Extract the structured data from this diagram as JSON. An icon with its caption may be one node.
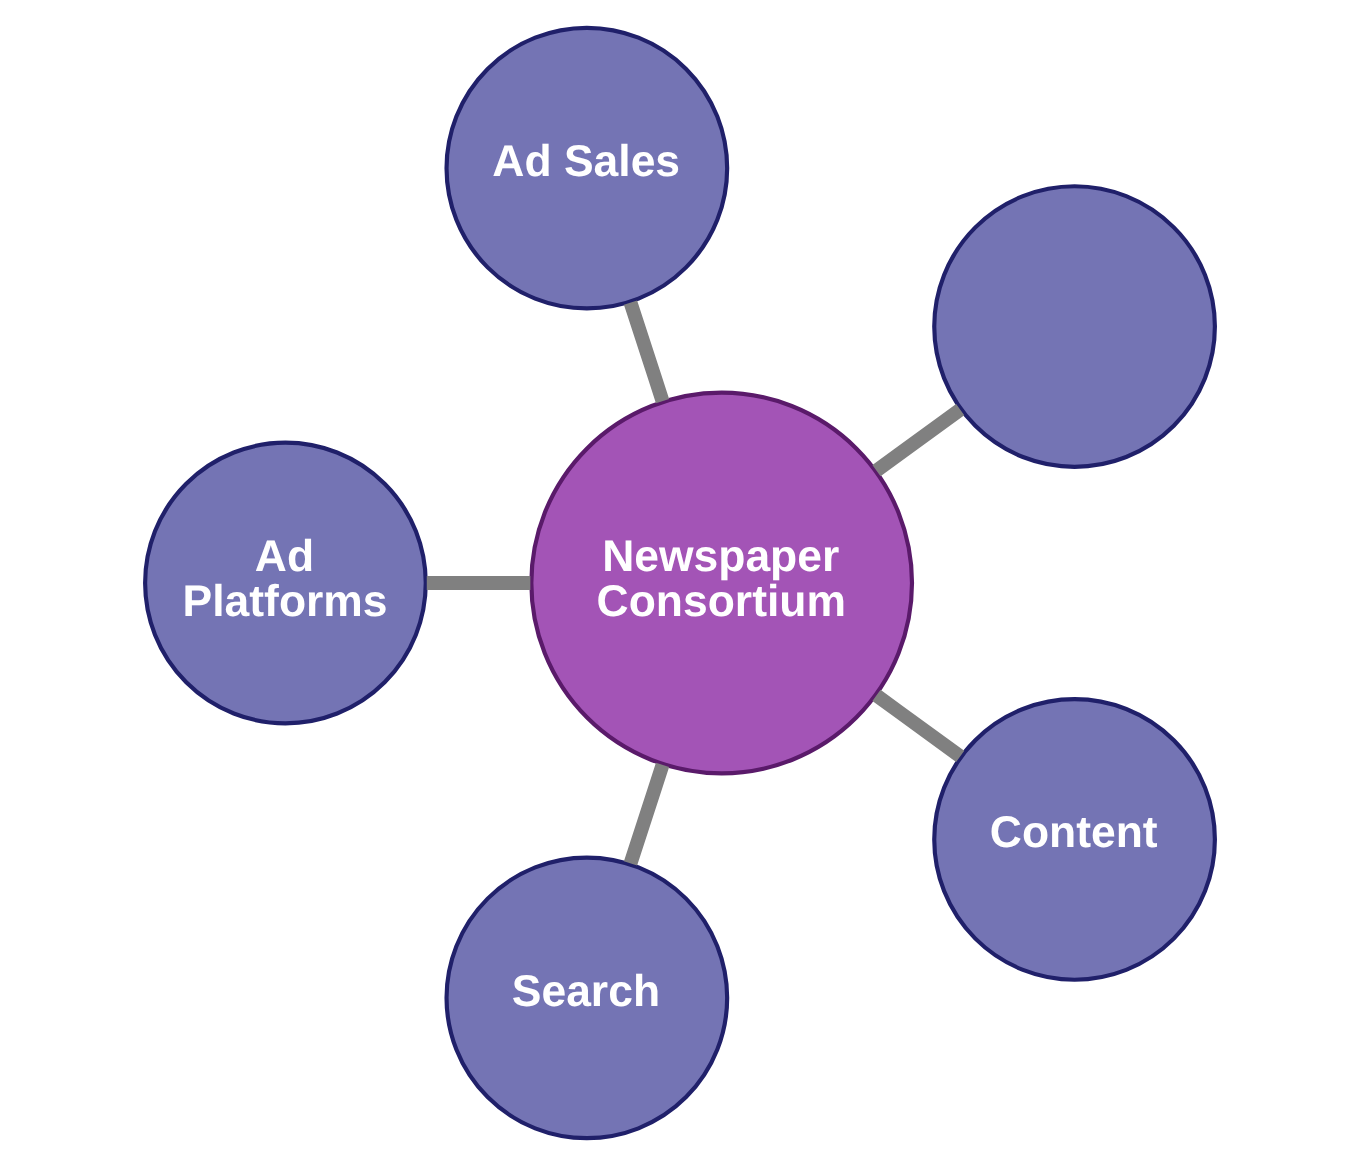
{
  "diagram": {
    "nodes": [
      {
        "text": [],
        "shape": "circle"
      },
      {
        "text": [
          "Ad Sales"
        ]
      },
      {
        "text": [
          "Ad Platforms"
        ]
      },
      {
        "text": [
          "Newspaper Consortium"
        ]
      },
      {
        "text": [
          "Search"
        ]
      },
      {
        "text": [
          "Content"
        ]
      }
    ],
    "edges": [
      {
        "from": 3,
        "to": 0,
        "arrow": "none"
      },
      {
        "from": 3,
        "to": 1,
        "arrow": "none"
      },
      {
        "from": 3,
        "to": 2,
        "arrow": "none"
      },
      {
        "from": 3,
        "to": 4,
        "arrow": "none"
      },
      {
        "from": 3,
        "to": 5,
        "arrow": "none"
      }
    ]
  }
}
